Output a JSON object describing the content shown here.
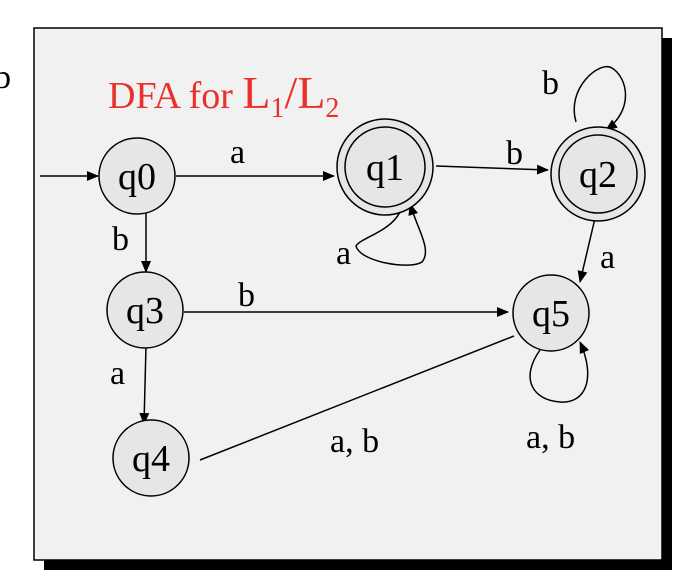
{
  "margin_letter": "b",
  "title": {
    "prefix": "DFA for ",
    "L1": "L",
    "sub1": "1",
    "slash": "/",
    "L2": "L",
    "sub2": "2",
    "color": "#e8312a"
  },
  "states": {
    "q0": "q0",
    "q1": "q1",
    "q2": "q2",
    "q3": "q3",
    "q4": "q4",
    "q5": "q5"
  },
  "accepting_states": [
    "q1",
    "q2"
  ],
  "start_state": "q0",
  "transitions": {
    "q0_q1": "a",
    "q1_q1": "a",
    "q1_q2": "b",
    "q2_q2": "b",
    "q2_q5": "a",
    "q0_q3": "b",
    "q3_q5": "b",
    "q3_q4": "a",
    "q4_q5": "a, b",
    "q5_q5": "a, b"
  },
  "colors": {
    "panel": "#f1f1f1",
    "shadow": "#000000",
    "state_fill": "#e6e6e6"
  }
}
